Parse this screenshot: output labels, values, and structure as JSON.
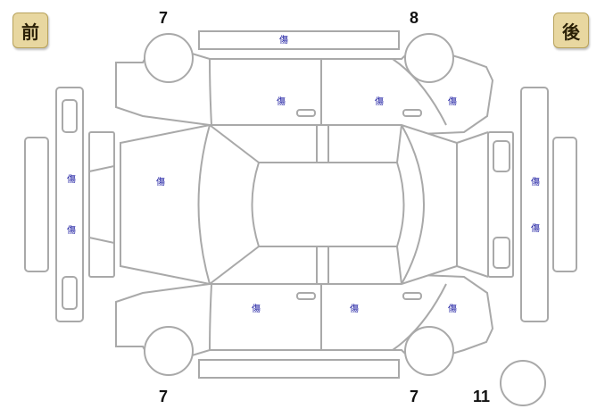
{
  "labels": {
    "front": "前",
    "rear": "後"
  },
  "tire_numbers": {
    "front_top": "7",
    "rear_top": "8",
    "front_bottom": "7",
    "rear_bottom": "7",
    "spare": "11"
  },
  "damage_marks": {
    "top_bumper_strip": "傷",
    "front_door_left": "傷",
    "rear_door_left": "傷",
    "rear_quarter_left": "傷",
    "front_bumper_upper": "傷",
    "front_bumper_lower": "傷",
    "hood": "傷",
    "rear_bumper_upper": "傷",
    "rear_bumper_lower": "傷",
    "front_door_right": "傷",
    "rear_door_right": "傷",
    "rear_quarter_right": "傷"
  },
  "colors": {
    "outline": "#a9a9a9",
    "badge_fill": "#e8d7a0",
    "mark": "#1a1aa0"
  }
}
